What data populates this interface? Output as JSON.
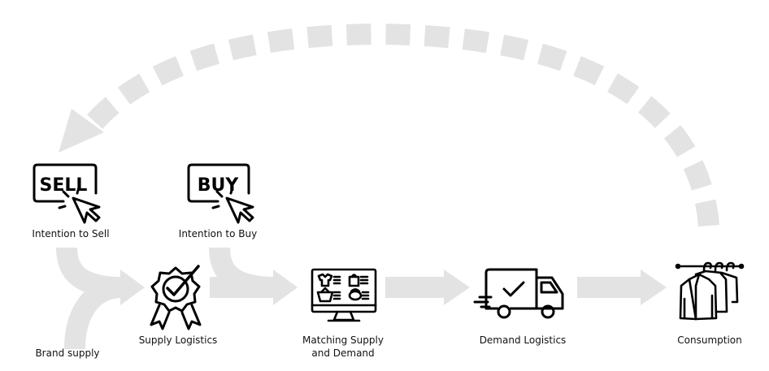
{
  "colors": {
    "arrow": "#e3e3e3",
    "icon": "#000000",
    "background": "#ffffff"
  },
  "icons": {
    "sell": {
      "name": "sell-cursor-icon",
      "text": "SELL"
    },
    "buy": {
      "name": "buy-cursor-icon",
      "text": "BUY"
    },
    "supply_logistics": "award-badge-check-icon",
    "matching": "monitor-shop-icon",
    "demand_logistics": "delivery-truck-check-icon",
    "consumption": "clothes-rack-icon"
  },
  "labels": {
    "intention_sell": "Intention to Sell",
    "intention_buy": "Intention to Buy",
    "brand_supply": "Brand supply",
    "supply_logistics": "Supply Logistics",
    "matching_line1": "Matching Supply",
    "matching_line2": "and Demand",
    "demand_logistics": "Demand Logistics",
    "consumption": "Consumption"
  }
}
